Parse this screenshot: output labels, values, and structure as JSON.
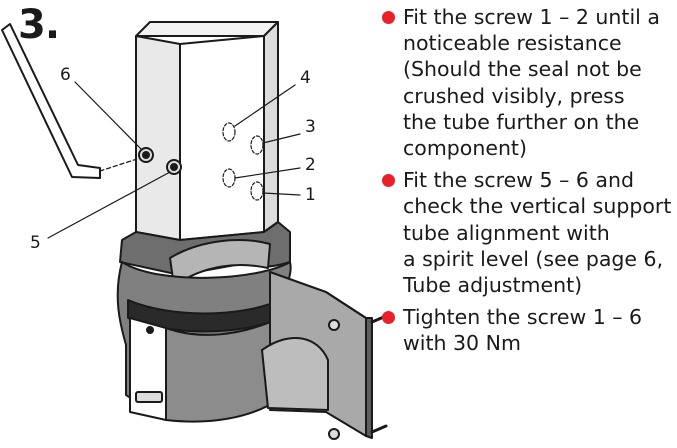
{
  "step": {
    "number": "3."
  },
  "illustration": {
    "callouts": [
      {
        "label": "1"
      },
      {
        "label": "2"
      },
      {
        "label": "3"
      },
      {
        "label": "4"
      },
      {
        "label": "5"
      },
      {
        "label": "6"
      }
    ]
  },
  "instructions": [
    {
      "lines": [
        "Fit the screw 1 – 2 until a",
        "noticeable resistance",
        "(Should the seal not be",
        "crushed visibly, press",
        "the tube further on the",
        "component)"
      ]
    },
    {
      "lines": [
        "Fit the screw 5 – 6 and",
        "check the vertical support",
        "tube alignment with",
        "a spirit level (see page 6,",
        "Tube adjustment)"
      ]
    },
    {
      "lines": [
        "Tighten the screw 1 – 6",
        "with 30 Nm"
      ]
    }
  ],
  "colors": {
    "bullet": "#e8202a",
    "line_art": "#1a1a1a"
  },
  "icons": {
    "bullet": "red-dot",
    "tool": "allen-key"
  }
}
